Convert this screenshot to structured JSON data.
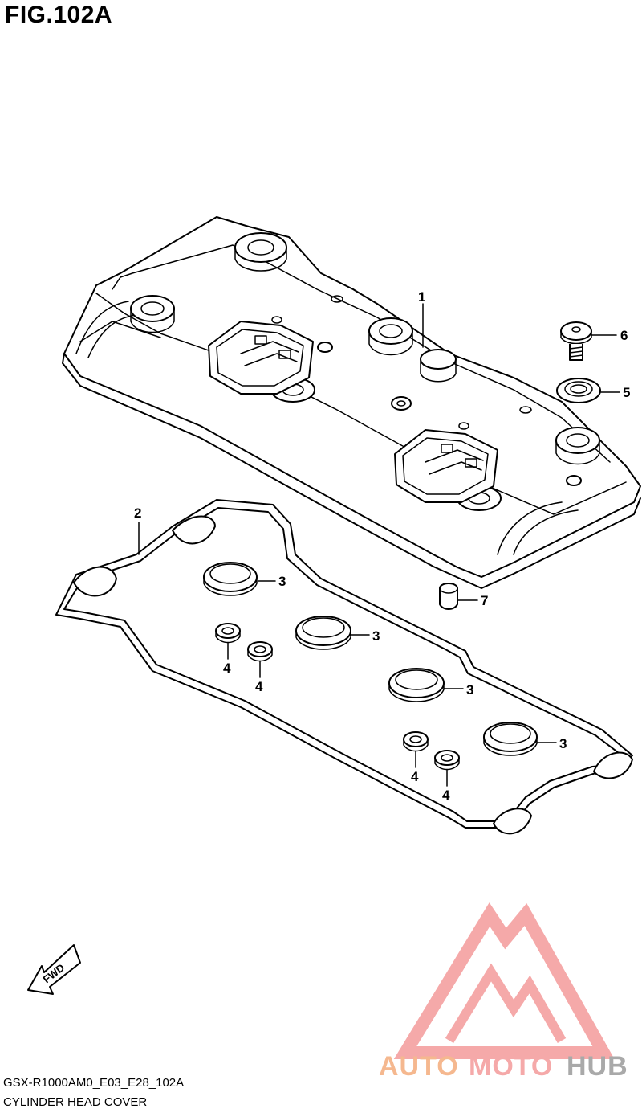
{
  "figure_title": "FIG.102A",
  "model_code": "GSX-R1000AM0_E03_E28_102A",
  "caption": "CYLINDER HEAD COVER",
  "fwd_label": "FWD",
  "watermark": {
    "brand_a": "AUTO",
    "brand_b": "MOTO",
    "brand_c": "HUB",
    "color_a": "#f5b183",
    "color_b": "#f4a0a0",
    "color_c": "#a0a0a0",
    "logo_color": "#f4a0a0"
  },
  "callouts": [
    {
      "id": "c1",
      "label": "1"
    },
    {
      "id": "c2",
      "label": "2"
    },
    {
      "id": "c3a",
      "label": "3"
    },
    {
      "id": "c3b",
      "label": "3"
    },
    {
      "id": "c3c",
      "label": "3"
    },
    {
      "id": "c3d",
      "label": "3"
    },
    {
      "id": "c4a",
      "label": "4"
    },
    {
      "id": "c4b",
      "label": "4"
    },
    {
      "id": "c4c",
      "label": "4"
    },
    {
      "id": "c4d",
      "label": "4"
    },
    {
      "id": "c5",
      "label": "5"
    },
    {
      "id": "c6",
      "label": "6"
    },
    {
      "id": "c7",
      "label": "7"
    }
  ]
}
